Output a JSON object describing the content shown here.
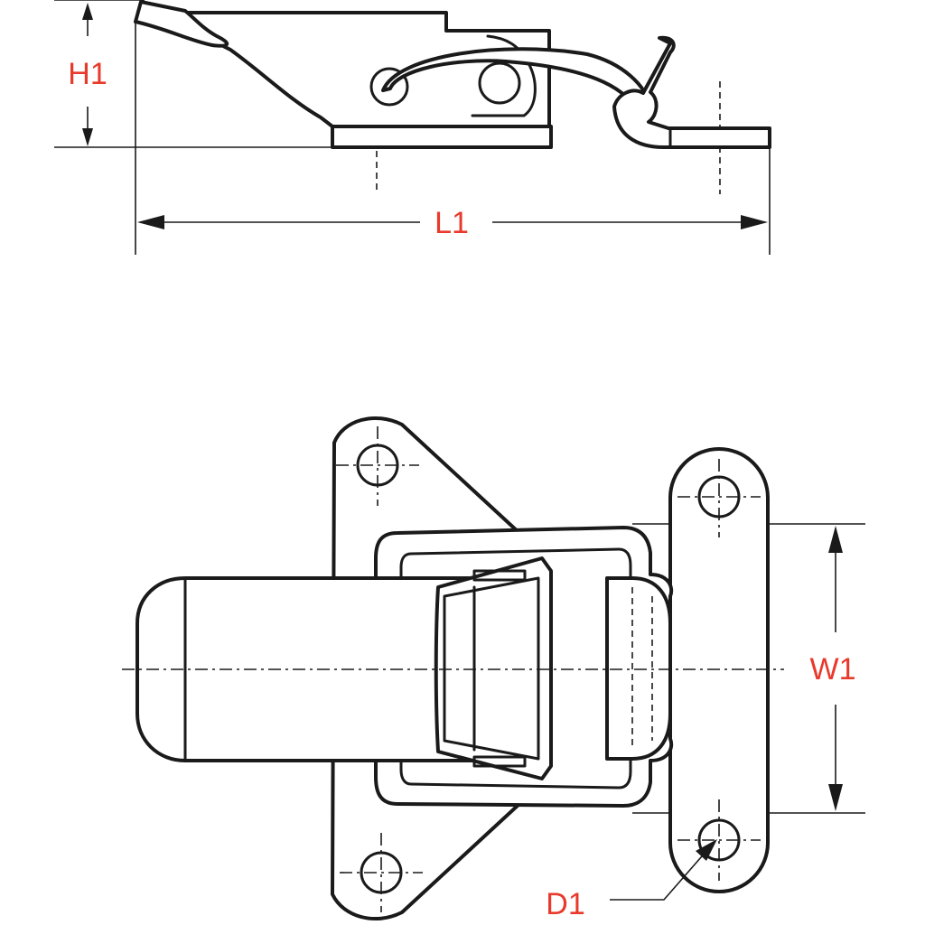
{
  "dimensions": {
    "height_label": "H1",
    "length_label": "L1",
    "width_label": "W1",
    "hole_diameter_label": "D1"
  },
  "colors": {
    "label": "#e8392b",
    "line": "#1a1a1a",
    "background": "#ffffff"
  }
}
